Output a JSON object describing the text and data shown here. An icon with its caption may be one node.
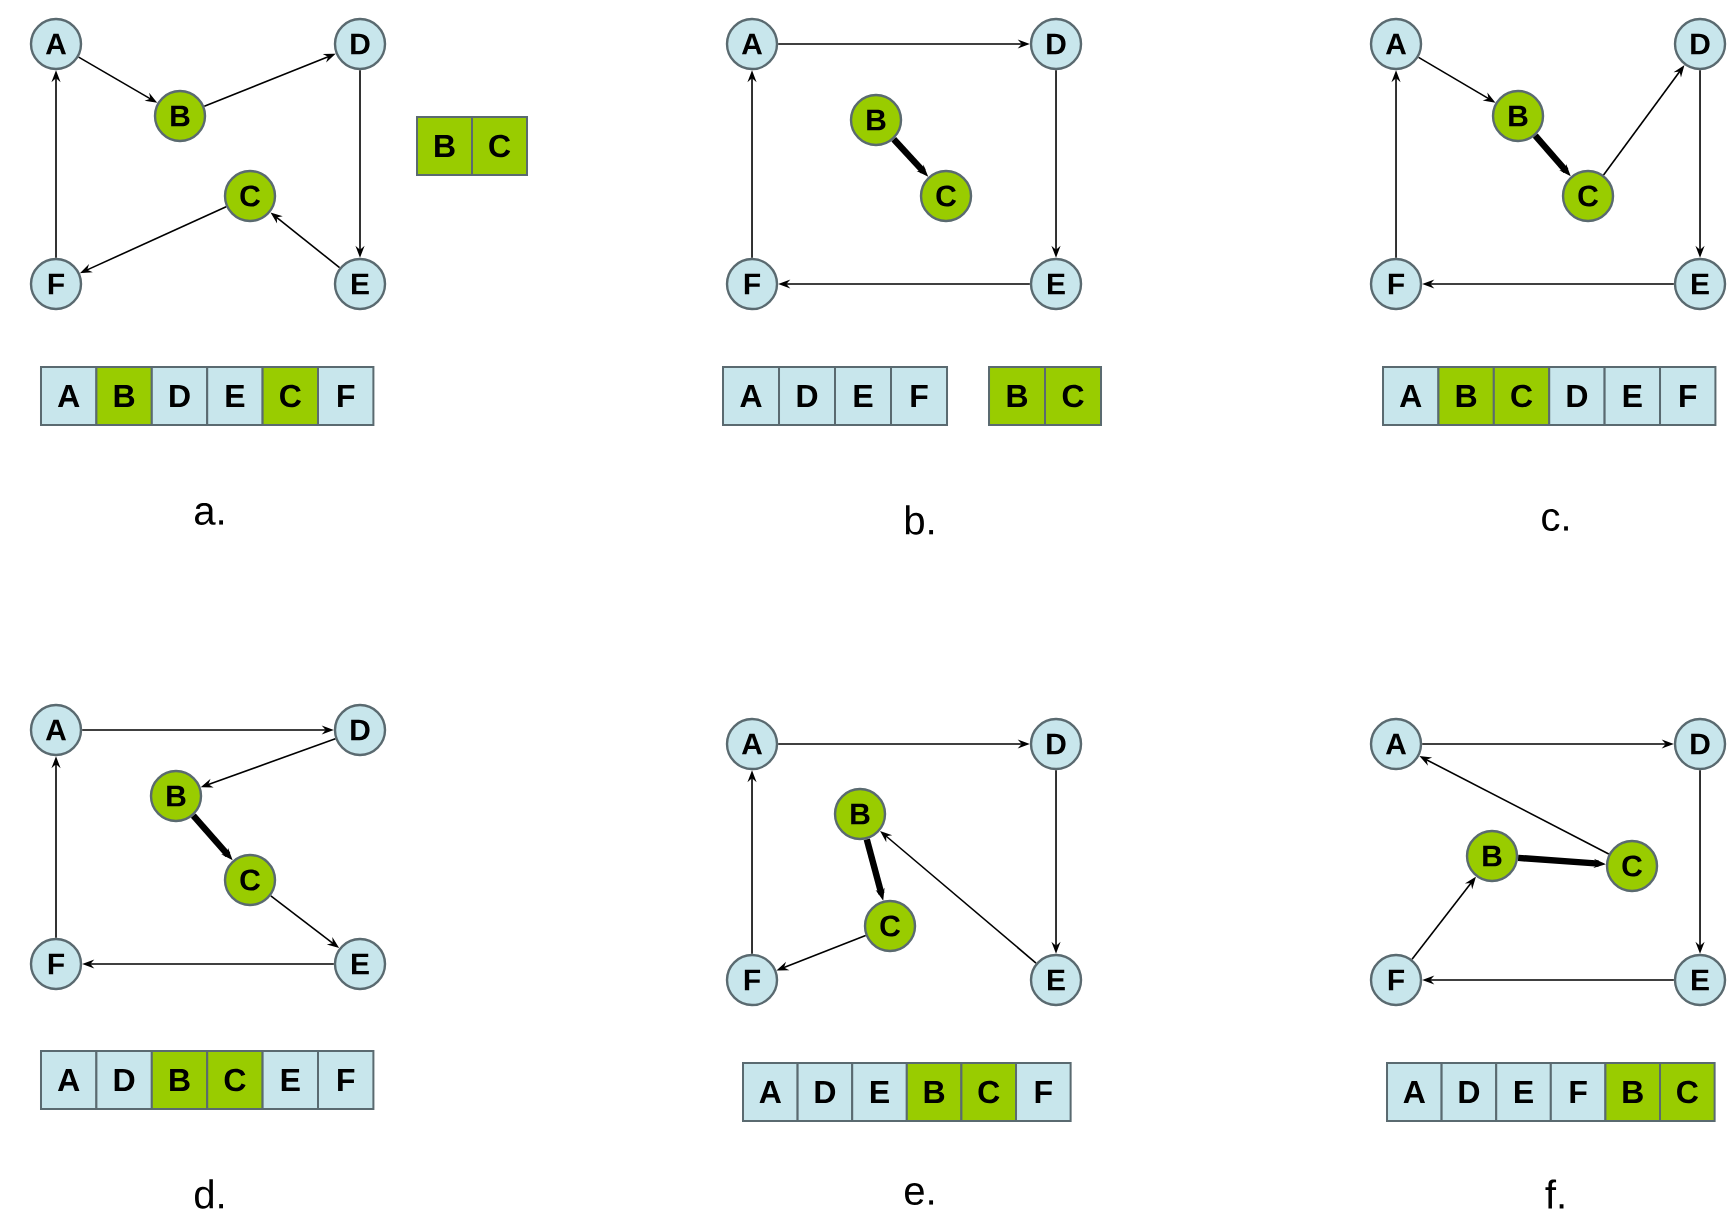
{
  "diagram": {
    "nodes": [
      {
        "text": [
          "A"
        ]
      },
      {
        "text": [
          "B"
        ]
      },
      {
        "text": [
          "C"
        ]
      },
      {
        "text": [
          "D"
        ]
      },
      {
        "text": [
          "E"
        ]
      },
      {
        "text": [
          "F"
        ]
      },
      {
        "text": [
          "A"
        ]
      },
      {
        "text": [
          "B"
        ]
      },
      {
        "text": [
          "C"
        ]
      },
      {
        "text": [
          "D"
        ]
      },
      {
        "text": [
          "E"
        ]
      },
      {
        "text": [
          "F"
        ]
      },
      {
        "text": [
          "A"
        ]
      },
      {
        "text": [
          "B"
        ]
      },
      {
        "text": [
          "C"
        ]
      },
      {
        "text": [
          "D"
        ]
      },
      {
        "text": [
          "E"
        ]
      },
      {
        "text": [
          "F"
        ]
      },
      {
        "text": [
          "A"
        ]
      },
      {
        "text": [
          "B"
        ]
      },
      {
        "text": [
          "C"
        ]
      },
      {
        "text": [
          "D"
        ]
      },
      {
        "text": [
          "E"
        ]
      },
      {
        "text": [
          "F"
        ]
      },
      {
        "text": [
          "A"
        ]
      },
      {
        "text": [
          "B"
        ]
      },
      {
        "text": [
          "C"
        ]
      },
      {
        "text": [
          "D"
        ]
      },
      {
        "text": [
          "E"
        ]
      },
      {
        "text": [
          "F"
        ]
      },
      {
        "text": [
          "A"
        ]
      },
      {
        "text": [
          "B"
        ]
      },
      {
        "text": [
          "C"
        ]
      },
      {
        "text": [
          "D"
        ]
      },
      {
        "text": [
          "E"
        ]
      },
      {
        "text": [
          "F"
        ]
      }
    ],
    "edges": [
      {
        "from": 0,
        "to": 1,
        "arrow": "to"
      },
      {
        "from": 1,
        "to": 3,
        "arrow": "to"
      },
      {
        "from": 3,
        "to": 4,
        "arrow": "to"
      },
      {
        "from": 4,
        "to": 2,
        "arrow": "to"
      },
      {
        "from": 2,
        "to": 5,
        "arrow": "to"
      },
      {
        "from": 5,
        "to": 0,
        "arrow": "to"
      },
      {
        "from": 6,
        "to": 9,
        "arrow": "to"
      },
      {
        "from": 9,
        "to": 10,
        "arrow": "to"
      },
      {
        "from": 10,
        "to": 11,
        "arrow": "to"
      },
      {
        "from": 11,
        "to": 6,
        "arrow": "to"
      },
      {
        "from": 7,
        "to": 8,
        "arrow": "to",
        "style": "thick"
      },
      {
        "from": 12,
        "to": 13,
        "arrow": "to"
      },
      {
        "from": 13,
        "to": 14,
        "arrow": "to",
        "style": "thick"
      },
      {
        "from": 14,
        "to": 15,
        "arrow": "to"
      },
      {
        "from": 15,
        "to": 16,
        "arrow": "to"
      },
      {
        "from": 16,
        "to": 17,
        "arrow": "to"
      },
      {
        "from": 17,
        "to": 12,
        "arrow": "to"
      },
      {
        "from": 18,
        "to": 21,
        "arrow": "to"
      },
      {
        "from": 21,
        "to": 19,
        "arrow": "to"
      },
      {
        "from": 19,
        "to": 20,
        "arrow": "to",
        "style": "thick"
      },
      {
        "from": 20,
        "to": 22,
        "arrow": "to"
      },
      {
        "from": 22,
        "to": 23,
        "arrow": "to"
      },
      {
        "from": 23,
        "to": 18,
        "arrow": "to"
      },
      {
        "from": 24,
        "to": 27,
        "arrow": "to"
      },
      {
        "from": 27,
        "to": 28,
        "arrow": "to"
      },
      {
        "from": 28,
        "to": 25,
        "arrow": "to"
      },
      {
        "from": 25,
        "to": 26,
        "arrow": "to",
        "style": "thick"
      },
      {
        "from": 26,
        "to": 29,
        "arrow": "to"
      },
      {
        "from": 29,
        "to": 24,
        "arrow": "to"
      },
      {
        "from": 30,
        "to": 33,
        "arrow": "to"
      },
      {
        "from": 33,
        "to": 34,
        "arrow": "to"
      },
      {
        "from": 34,
        "to": 35,
        "arrow": "to"
      },
      {
        "from": 35,
        "to": 31,
        "arrow": "to"
      },
      {
        "from": 31,
        "to": 32,
        "arrow": "to",
        "style": "thick"
      },
      {
        "from": 32,
        "to": 30,
        "arrow": "to"
      }
    ],
    "labels": [
      "A",
      "B",
      "D",
      "E",
      "C",
      "F",
      "B",
      "C",
      "a.",
      "A",
      "D",
      "E",
      "F",
      "B",
      "C",
      "b.",
      "A",
      "B",
      "C",
      "D",
      "E",
      "F",
      "c.",
      "A",
      "D",
      "B",
      "C",
      "E",
      "F",
      "d.",
      "A",
      "D",
      "E",
      "B",
      "C",
      "F",
      "e.",
      "A",
      "D",
      "E",
      "F",
      "B",
      "C",
      "f."
    ]
  }
}
